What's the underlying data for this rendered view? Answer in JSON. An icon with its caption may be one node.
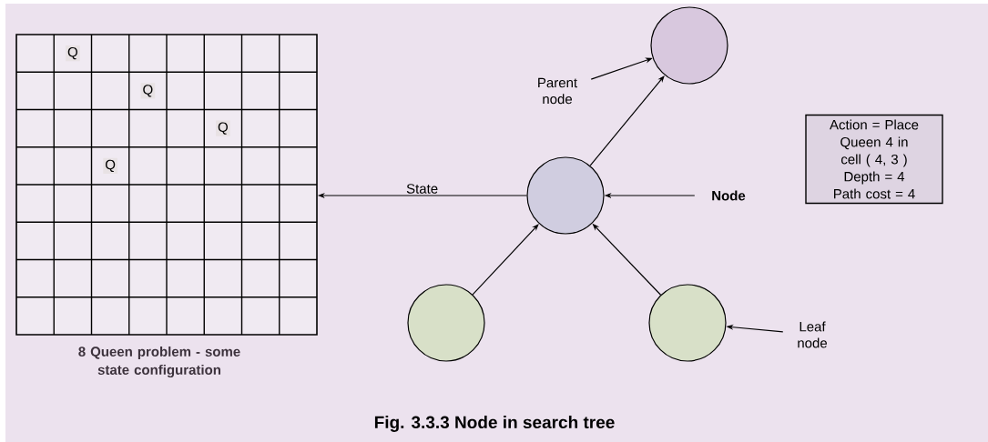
{
  "diagram": {
    "caption": "Fig. 3.3.3 Node in search tree",
    "nodes": [
      {
        "text": [],
        "shape": "box",
        "beside": [
          "8 Queen problem - some state configuration"
        ]
      },
      {
        "text": [],
        "shape": "circle"
      },
      {
        "text": [],
        "shape": "circle"
      },
      {
        "text": [],
        "shape": "circle"
      },
      {
        "text": [],
        "shape": "circle"
      },
      {
        "text": [
          "Parent node"
        ]
      },
      {
        "text": [
          "Node"
        ]
      },
      {
        "text": [
          "Leaf node"
        ]
      },
      {
        "text": [
          "Action = Place Queen 4 in cell ( 4, 3 )",
          "Depth = 4",
          "Path cost = 4"
        ]
      }
    ],
    "edges": [
      {
        "from": 2,
        "to": 1,
        "arrow": "to"
      },
      {
        "from": 2,
        "to": 0,
        "arrow": "to",
        "label": "State"
      },
      {
        "from": 3,
        "to": 2,
        "arrow": "to"
      },
      {
        "from": 4,
        "to": 2,
        "arrow": "to"
      },
      {
        "from": 5,
        "to": 1,
        "arrow": "to"
      },
      {
        "from": 6,
        "to": 2,
        "arrow": "to"
      },
      {
        "from": 7,
        "to": 4,
        "arrow": "to"
      }
    ],
    "labels": [
      "Q",
      "Q",
      "Q",
      "Q"
    ]
  }
}
